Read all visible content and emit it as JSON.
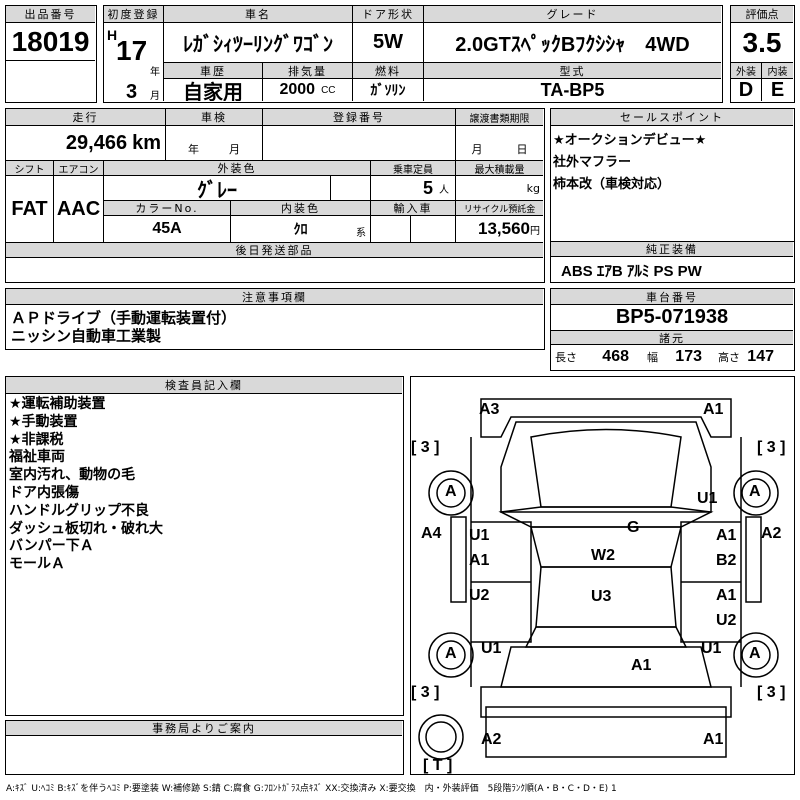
{
  "header": {
    "lot_label": "出品番号",
    "lot": "18019",
    "first_reg_label": "初度登録",
    "era": "H",
    "year": "17",
    "year_unit": "年",
    "month": "3",
    "month_unit": "月",
    "car_name_label": "車名",
    "car_name": "ﾚｶﾞｼｨﾂｰﾘﾝｸﾞﾜｺﾞﾝ",
    "door_label": "ドア形状",
    "door": "5W",
    "grade_label": "グレード",
    "grade": "2.0GTｽﾍﾟｯｸBﾌｸｼｼｬ　4WD",
    "score_label": "評価点",
    "score": "3.5",
    "history_label": "車歴",
    "history": "自家用",
    "displacement_label": "排気量",
    "displacement": "2000",
    "cc": "CC",
    "fuel_label": "燃料",
    "fuel": "ｶﾞｿﾘﾝ",
    "model_label": "型式",
    "model": "TA-BP5",
    "ext_label": "外装",
    "int_label": "内装",
    "ext": "D",
    "int": "E"
  },
  "details": {
    "mileage_label": "走行",
    "mileage": "29,466",
    "km": "km",
    "inspection_label": "車検",
    "year_unit": "年",
    "month_unit": "月",
    "reg_label": "登録番号",
    "transfer_label": "譲渡書類期限",
    "t_month": "月",
    "t_day": "日",
    "shift_label": "シフト",
    "shift": "FAT",
    "ac_label": "エアコン",
    "ac": "AAC",
    "color_label": "外装色",
    "color": "ｸﾞﾚｰ",
    "capacity_label": "乗車定員",
    "capacity": "5",
    "person": "人",
    "load_label": "最大積載量",
    "kg": "kg",
    "colorno_label": "カラーNo.",
    "colorno": "45A",
    "interior_label": "内装色",
    "interior": "ｸﾛ",
    "kei": "系",
    "import_label": "輸入車",
    "recycle_label": "リサイクル預託金",
    "recycle": "13,560",
    "yen": "円",
    "later_parts_label": "後日発送部品"
  },
  "sales": {
    "label": "セールスポイント",
    "lines": [
      "★オークションデビュー★",
      "社外マフラー",
      "柿本改（車検対応）"
    ]
  },
  "equipment": {
    "label": "純正装備",
    "value": "ABS ｴｱB ｱﾙﾐ PS PW"
  },
  "notes": {
    "label": "注意事項欄",
    "lines": [
      "ＡＰドライブ（手動運転装置付）",
      "ニッシン自動車工業製"
    ]
  },
  "chassis": {
    "label": "車台番号",
    "value": "BP5-071938",
    "spec_label": "諸元",
    "length_label": "長さ",
    "length": "468",
    "width_label": "幅",
    "width": "173",
    "height_label": "高さ",
    "height": "147"
  },
  "inspector": {
    "label": "検査員記入欄",
    "lines": [
      "★運転補助装置",
      "★手動装置",
      "★非課税",
      "福祉車両",
      "室内汚れ、動物の毛",
      "ドア内張傷",
      "ハンドルグリップ不良",
      "ダッシュ板切れ・破れ大",
      "バンパー下Ａ",
      "モールＡ"
    ]
  },
  "office": {
    "label": "事務局よりご案内"
  },
  "diagram": {
    "marks": [
      "A3",
      "A1",
      "[ 3 ]",
      "[ 3 ]",
      "A",
      "A",
      "U1",
      "A4",
      "A2",
      "G",
      "U1",
      "A1",
      "A1",
      "B2",
      "W2",
      "U2",
      "U3",
      "A1",
      "U2",
      "A",
      "A",
      "U1",
      "U1",
      "A1",
      "[ 3 ]",
      "[ 3 ]",
      "A2",
      "A1",
      "[ T ]"
    ]
  },
  "legend": "A:ｷｽﾞ U:ﾍｺﾐ B:ｷｽﾞを伴うﾍｺﾐ P:要塗装 W:補修跡 S:錆 C:腐食 G:ﾌﾛﾝﾄｶﾞﾗｽ点ｷｽﾞ XX:交換済み X:要交換　内・外装評価　5段階ﾗﾝｸ順(A・B・C・D・E) 1"
}
